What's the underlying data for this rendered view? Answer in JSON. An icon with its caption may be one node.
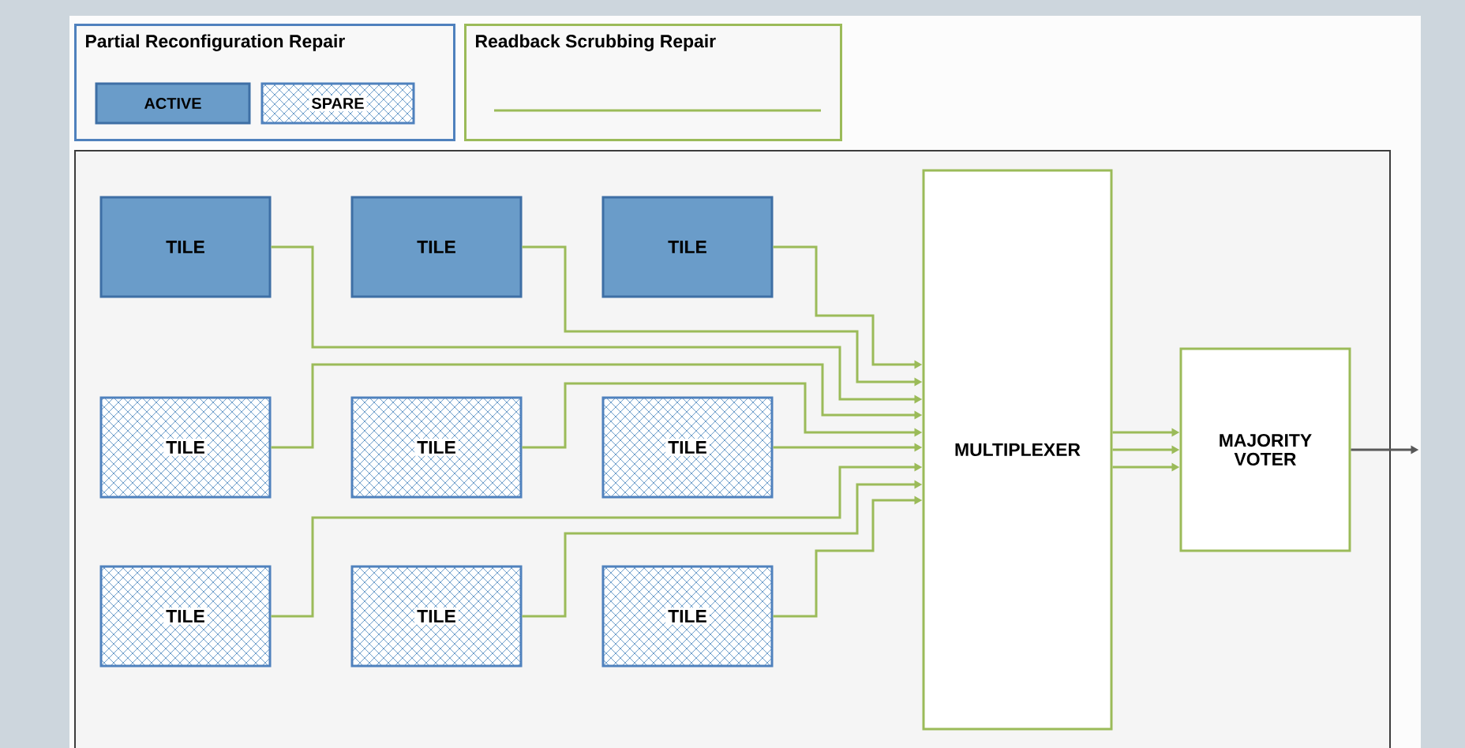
{
  "diagram": {
    "nodes": [
      {
        "text": [
          "Partial Reconfiguration Repair"
        ]
      },
      {
        "text": [
          "ACTIVE"
        ],
        "in": 0
      },
      {
        "text": [
          "SPARE"
        ],
        "in": 0
      },
      {
        "text": [
          "Readback Scrubbing Repair"
        ]
      },
      {
        "text": [],
        "shape": "box"
      },
      {
        "text": [
          "TILE"
        ],
        "in": 4
      },
      {
        "text": [
          "TILE"
        ],
        "in": 4
      },
      {
        "text": [
          "TILE"
        ],
        "in": 4
      },
      {
        "text": [
          "TILE"
        ],
        "in": 4
      },
      {
        "text": [
          "TILE"
        ],
        "in": 4
      },
      {
        "text": [
          "TILE"
        ],
        "in": 4
      },
      {
        "text": [
          "TILE"
        ],
        "in": 4
      },
      {
        "text": [
          "TILE"
        ],
        "in": 4
      },
      {
        "text": [
          "TILE"
        ],
        "in": 4
      },
      {
        "text": [
          "MULTIPLEXER"
        ],
        "in": 4
      },
      {
        "text": [
          "MAJORITY VOTER"
        ],
        "in": 4
      }
    ],
    "edges": [
      {
        "from": 5,
        "to": 14,
        "arrow": "to"
      },
      {
        "from": 6,
        "to": 14,
        "arrow": "to"
      },
      {
        "from": 7,
        "to": 14,
        "arrow": "to"
      },
      {
        "from": 8,
        "to": 14,
        "arrow": "to"
      },
      {
        "from": 9,
        "to": 14,
        "arrow": "to"
      },
      {
        "from": 10,
        "to": 14,
        "arrow": "to"
      },
      {
        "from": 11,
        "to": 14,
        "arrow": "to"
      },
      {
        "from": 12,
        "to": 14,
        "arrow": "to"
      },
      {
        "from": 13,
        "to": 14,
        "arrow": "to"
      },
      {
        "from": 14,
        "to": 15,
        "arrow": "to"
      },
      {
        "from": 14,
        "to": 15,
        "arrow": "to"
      },
      {
        "from": 14,
        "to": 15,
        "arrow": "to"
      },
      {
        "from": 15,
        "to": null,
        "arrow": "to",
        "color": "#595959"
      }
    ]
  }
}
